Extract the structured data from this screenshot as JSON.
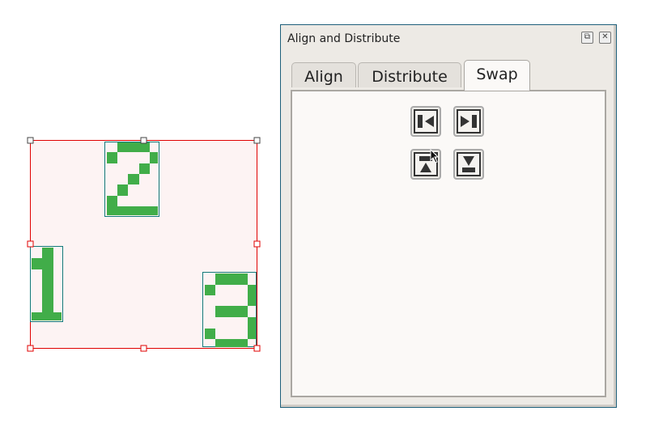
{
  "dialog": {
    "title": "Align and Distribute",
    "restore_icon": "restore-icon",
    "close_icon": "close-icon"
  },
  "tabs": [
    {
      "label": "Align"
    },
    {
      "label": "Distribute"
    },
    {
      "label": "Swap",
      "active": true
    }
  ],
  "swap_buttons": [
    {
      "icon": "swap-left-icon"
    },
    {
      "icon": "swap-right-icon"
    },
    {
      "icon": "swap-top-icon"
    },
    {
      "icon": "swap-bottom-icon"
    }
  ],
  "canvas": {
    "objects": [
      {
        "digit": "1"
      },
      {
        "digit": "2"
      },
      {
        "digit": "3"
      }
    ],
    "digit_color": "#41ad49",
    "selection_color": "#e00000"
  }
}
